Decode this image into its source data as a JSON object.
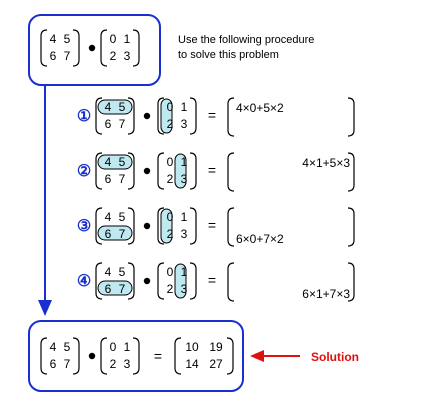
{
  "problem": {
    "matrix_a": [
      [
        "4",
        "5"
      ],
      [
        "6",
        "7"
      ]
    ],
    "matrix_b": [
      [
        "0",
        "1"
      ],
      [
        "2",
        "3"
      ]
    ],
    "operator": "•"
  },
  "instruction": {
    "line1": "Use the following procedure",
    "line2": "to solve this problem"
  },
  "steps": [
    {
      "number": "①",
      "a_highlight_row": 0,
      "b_highlight_col": 0,
      "result_text": "4×0+5×2",
      "result_pos": "top-left"
    },
    {
      "number": "②",
      "a_highlight_row": 0,
      "b_highlight_col": 1,
      "result_text": "4×1+5×3",
      "result_pos": "top-right"
    },
    {
      "number": "③",
      "a_highlight_row": 1,
      "b_highlight_col": 0,
      "result_text": "6×0+7×2",
      "result_pos": "bottom-left"
    },
    {
      "number": "④",
      "a_highlight_row": 1,
      "b_highlight_col": 1,
      "result_text": "6×1+7×3",
      "result_pos": "bottom-right"
    }
  ],
  "solution": {
    "result_matrix": [
      [
        "10",
        "19"
      ],
      [
        "14",
        "27"
      ]
    ],
    "label": "Solution"
  },
  "symbols": {
    "equals": "="
  },
  "colors": {
    "box_border": "#1a2fd0",
    "step_number": "#1a2fd0",
    "highlight_fill": "#bfe8f0",
    "arrow_blue": "#1a2fd0",
    "arrow_red": "#e01010",
    "solution_text": "#e01010"
  }
}
